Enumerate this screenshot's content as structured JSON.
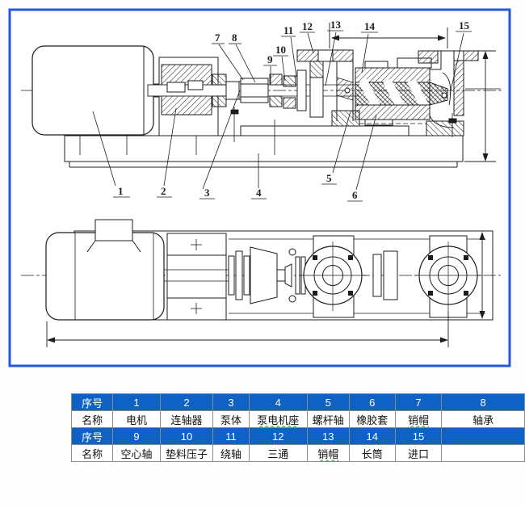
{
  "frame": {
    "border_color": "#2458d8",
    "background": "#ffffff"
  },
  "diagram": {
    "description": "screw pump assembly drawing, side section view and plan view",
    "callouts": [
      "1",
      "2",
      "3",
      "4",
      "5",
      "6",
      "7",
      "8",
      "9",
      "10",
      "11",
      "12",
      "13",
      "14",
      "15"
    ]
  },
  "table": {
    "colors": {
      "header_bg": "#0f62c4",
      "header_text": "#ffffff",
      "border": "#8a8a8a",
      "cell_bg": "#ffffff",
      "cell_text": "#111111"
    },
    "rows": [
      {
        "cells": [
          "序号",
          "1",
          "2",
          "3",
          "4",
          "5",
          "6",
          "7",
          "8"
        ]
      },
      {
        "cells": [
          "名称",
          "电机",
          "连轴器",
          "泵体",
          "泵电机座",
          "螺杆轴",
          "橡胶套",
          "销帽",
          "轴承"
        ]
      },
      {
        "cells": [
          "序号",
          "9",
          "10",
          "11",
          "12",
          "13",
          "14",
          "15",
          ""
        ]
      },
      {
        "cells": [
          "名称",
          "空心轴",
          "垫料压子",
          "绕轴",
          "三通",
          "销帽",
          "长筒",
          "进口",
          ""
        ]
      }
    ]
  }
}
